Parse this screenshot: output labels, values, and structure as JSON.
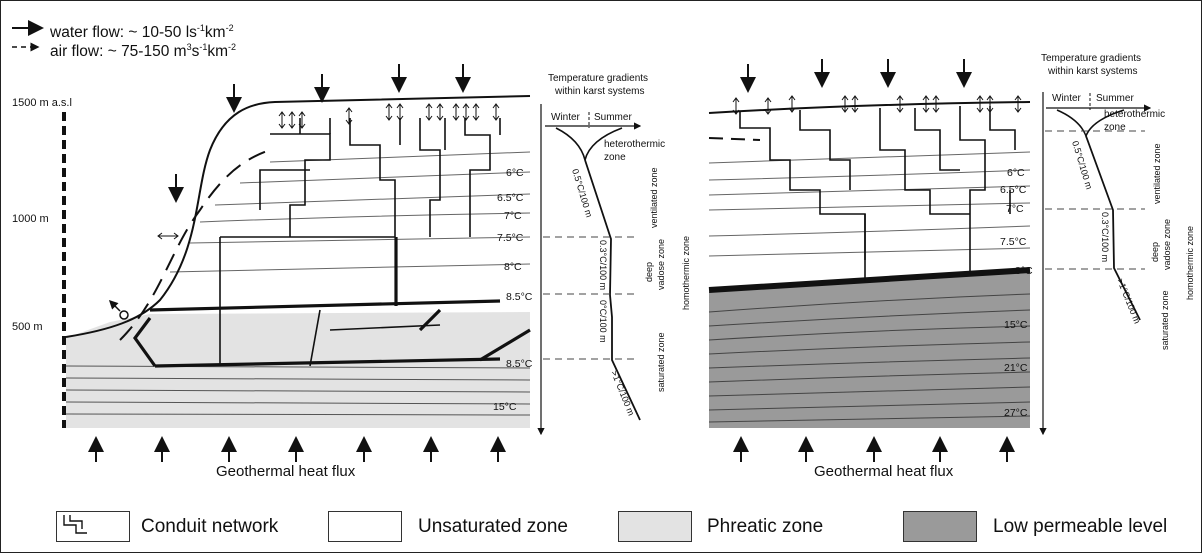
{
  "flow_legend": {
    "water_flow": {
      "text": "water flow: ~ 10-50 ls",
      "sup1": "-1",
      "mid": "km",
      "sup2": "-2"
    },
    "air_flow": {
      "text": "air flow: ~ 75-150 m",
      "sup1": "3",
      "mid": "s",
      "sup2": "-1",
      "tail": "km",
      "sup3": "-2"
    }
  },
  "altitudes": {
    "top": "1500 m a.s.l",
    "mid": "1000 m",
    "low": "500 m"
  },
  "left_panel": {
    "temps": [
      "6°C",
      "6.5°C",
      "7°C",
      "7.5°C",
      "8°C",
      "8.5°C",
      "8.5°C",
      "15°C"
    ],
    "flux_label": "Geothermal heat flux"
  },
  "right_panel": {
    "temps": [
      "6°C",
      "6.5°C",
      "7°C",
      "7.5°C",
      "8°C",
      "15°C",
      "21°C",
      "27°C"
    ],
    "flux_label": "Geothermal heat flux"
  },
  "gradient_left": {
    "title_line1": "Temperature gradients",
    "title_line2": "within karst systems",
    "winter": "Winter",
    "summer": "Summer",
    "heterothermic_1": "heterothermic",
    "heterothermic_2": "zone",
    "rate_ventilated": "0.5°C/100 m",
    "rate_deep": "0.3°C/100 m",
    "rate_phreatic": "0°C/100 m",
    "rate_bottom": ">1°C/100 m",
    "zone_ventilated": "ventilated zone",
    "zone_deep_1": "deep",
    "zone_deep_2": "vadose zone",
    "zone_saturated": "saturated zone",
    "zone_homothermic": "homothermic zone"
  },
  "gradient_right": {
    "title_line1": "Temperature gradients",
    "title_line2": "within karst systems",
    "winter": "Winter",
    "summer": "Summer",
    "heterothermic_1": "heterothermic",
    "heterothermic_2": "zone",
    "rate_ventilated": "0.5°C/100 m",
    "rate_deep": "0.3°C/100 m",
    "rate_bottom": ">1°C/100 m",
    "zone_ventilated": "ventilated zone",
    "zone_deep_1": "deep",
    "zone_deep_2": "vadose zone",
    "zone_saturated": "saturated zone",
    "zone_homothermic": "homothermic zone"
  },
  "legend": {
    "conduit": "Conduit network",
    "unsaturated": "Unsaturated zone",
    "phreatic": "Phreatic zone",
    "low_permeable": "Low permeable level"
  },
  "colors": {
    "phreatic": "#e3e3e3",
    "low_permeable": "#9a9a9a",
    "line": "#111111"
  }
}
